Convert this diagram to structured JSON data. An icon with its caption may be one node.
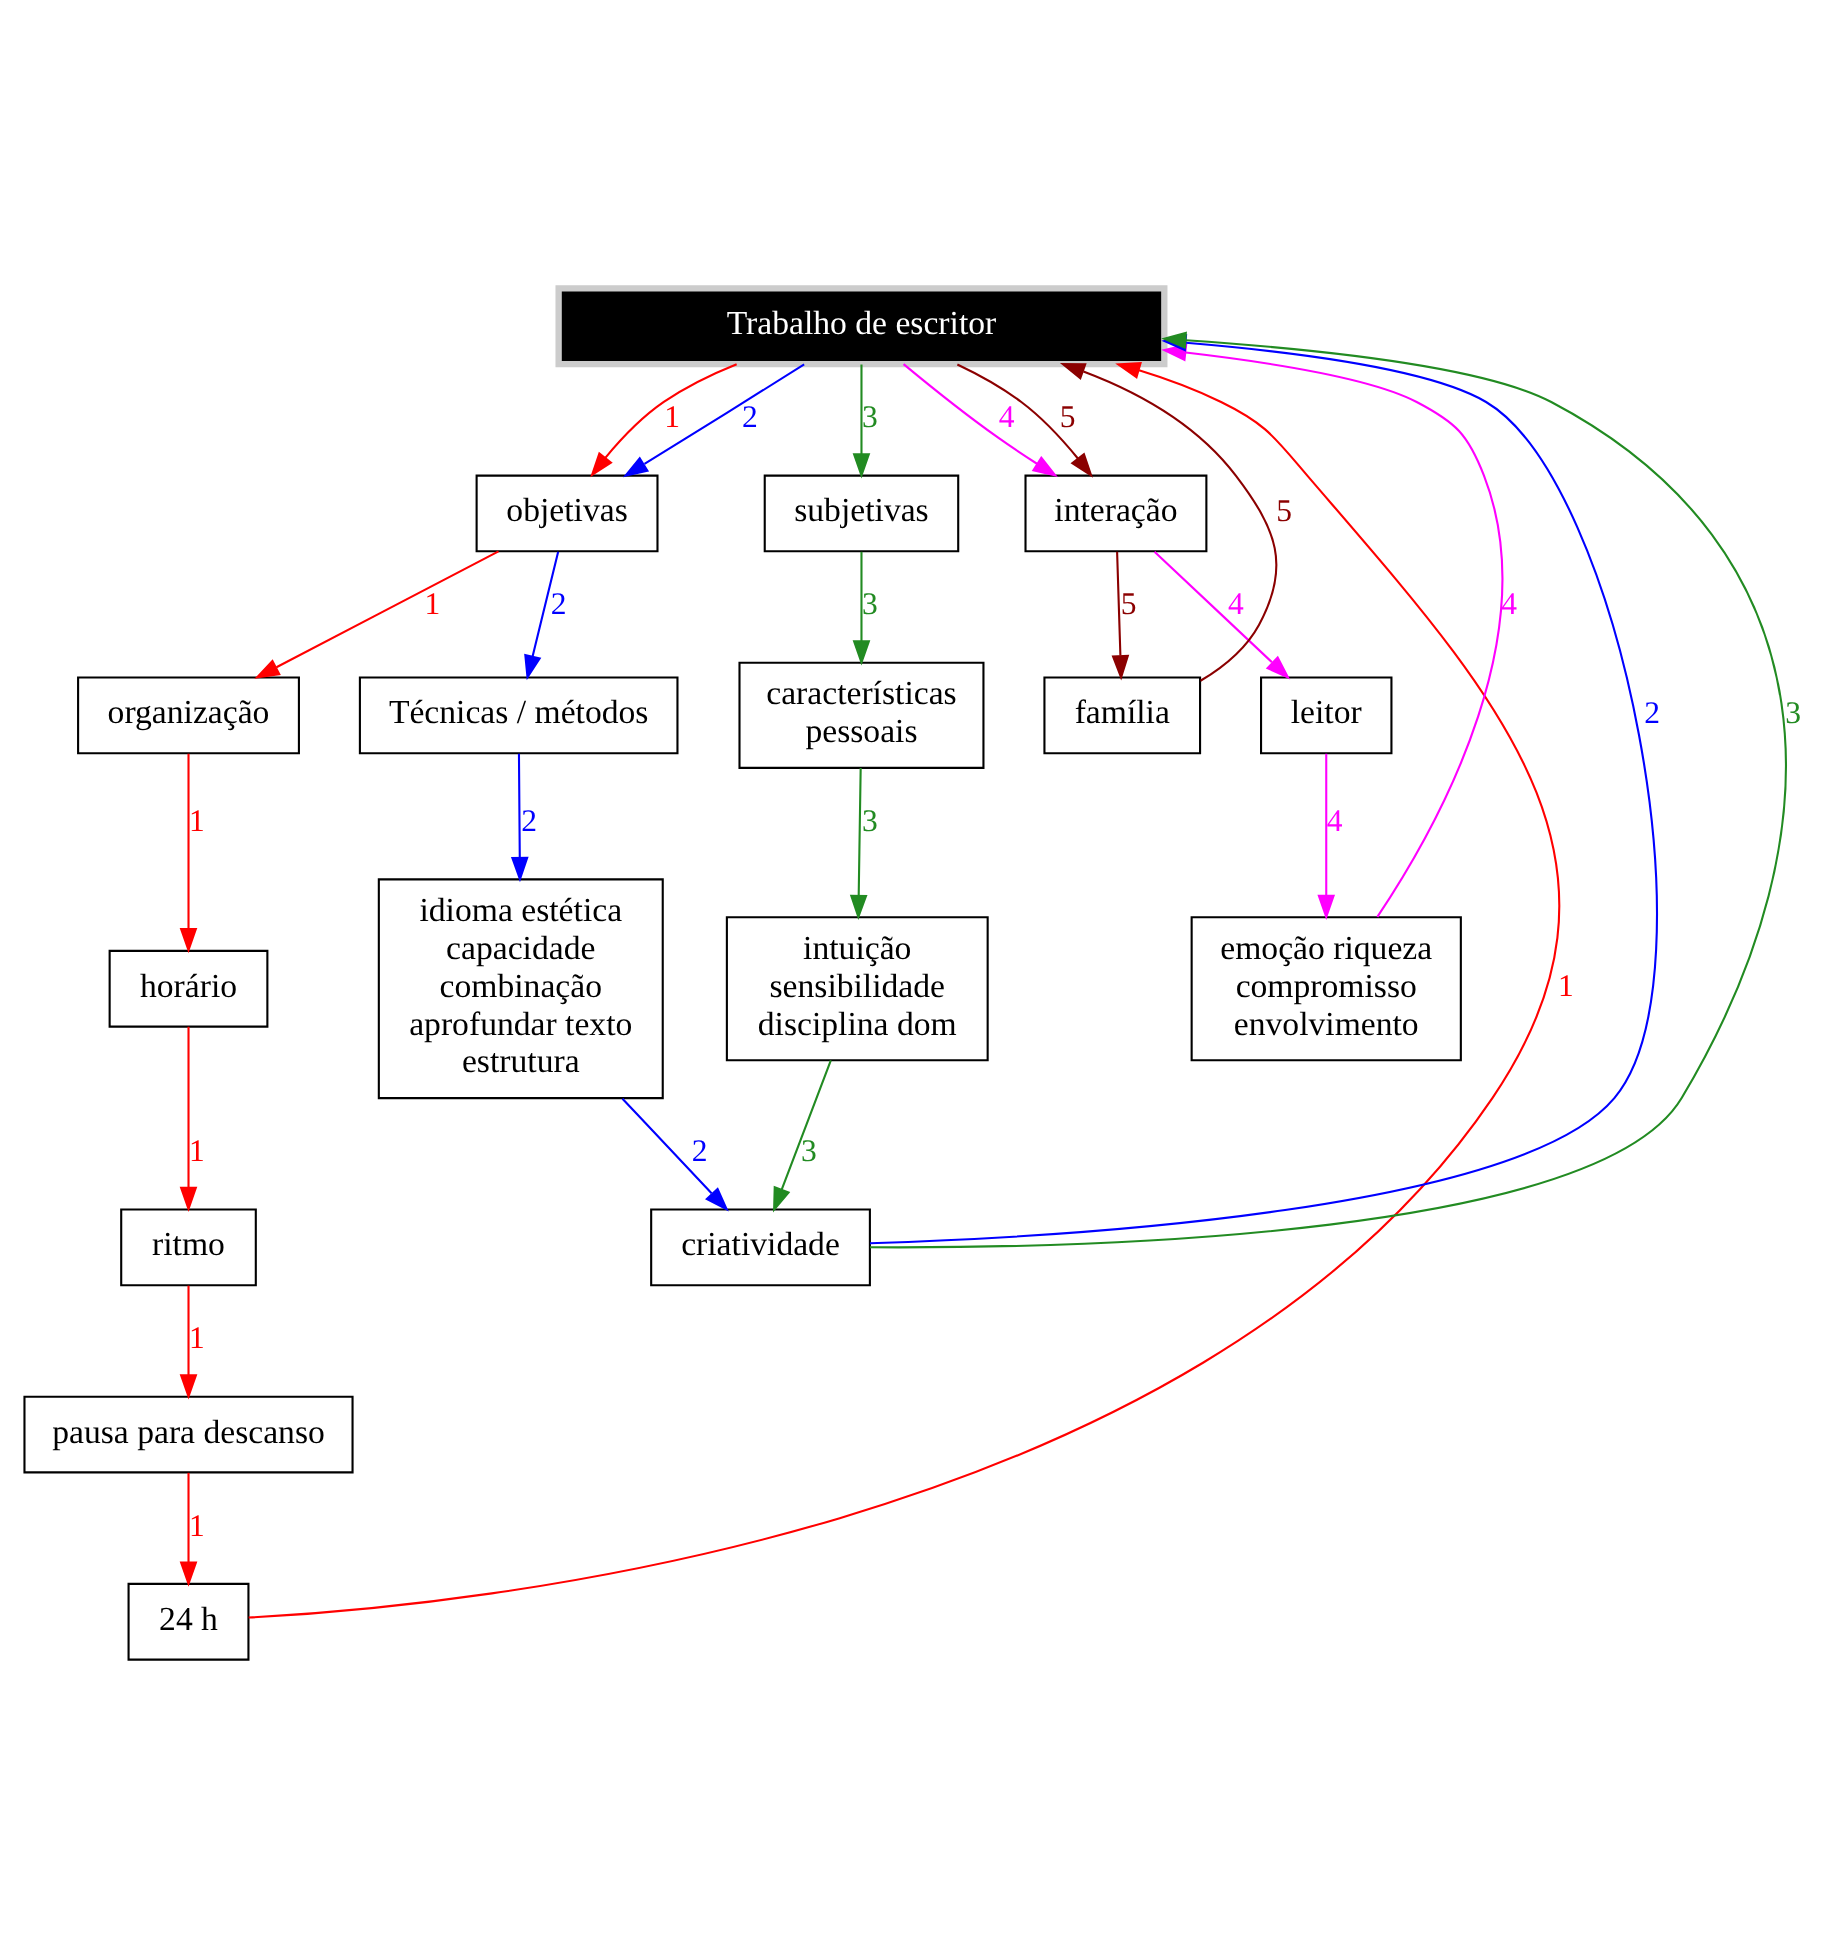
{
  "diagram": {
    "nodes": [
      {
        "text": [
          "Trabalho de escritor"
        ]
      },
      {
        "text": [
          "objetivas"
        ]
      },
      {
        "text": [
          "subjetivas"
        ]
      },
      {
        "text": [
          "interação"
        ]
      },
      {
        "text": [
          "organização"
        ]
      },
      {
        "text": [
          "características pessoais"
        ]
      },
      {
        "text": [
          "família"
        ]
      },
      {
        "text": [
          "24 h"
        ]
      },
      {
        "text": [
          "horário"
        ]
      },
      {
        "text": [
          "intuição sensibilidade disciplina dom"
        ]
      },
      {
        "text": [
          "leitor"
        ]
      },
      {
        "text": [
          "pausa para descanso"
        ]
      },
      {
        "text": [
          "ritmo"
        ]
      },
      {
        "text": [
          "emoção riqueza compromisso envolvimento"
        ]
      },
      {
        "text": [
          "Técnicas / métodos"
        ]
      },
      {
        "text": [
          "idioma estética capacidade combinação aprofundar texto estrutura"
        ]
      },
      {
        "text": [
          "criatividade"
        ]
      }
    ],
    "edges": [
      {
        "from": 0,
        "to": 1,
        "arrow": "to",
        "label": "1",
        "color": "#ff0000"
      },
      {
        "from": 0,
        "to": 1,
        "arrow": "to",
        "label": "2",
        "color": "#0000ff"
      },
      {
        "from": 0,
        "to": 2,
        "arrow": "to",
        "label": "3",
        "color": "#228b22"
      },
      {
        "from": 0,
        "to": 3,
        "arrow": "to",
        "label": "4",
        "color": "#ff00ff"
      },
      {
        "from": 0,
        "to": 3,
        "arrow": "to",
        "label": "5",
        "color": "#8b0000"
      },
      {
        "from": 1,
        "to": 4,
        "arrow": "to",
        "label": "1",
        "color": "#ff0000"
      },
      {
        "from": 1,
        "to": 14,
        "arrow": "to",
        "label": "2",
        "color": "#0000ff"
      },
      {
        "from": 2,
        "to": 5,
        "arrow": "to",
        "label": "3",
        "color": "#228b22"
      },
      {
        "from": 3,
        "to": 6,
        "arrow": "to",
        "label": "5",
        "color": "#8b0000"
      },
      {
        "from": 6,
        "to": 0,
        "arrow": "to",
        "label": "5",
        "color": "#8b0000"
      },
      {
        "from": 3,
        "to": 10,
        "arrow": "to",
        "label": "4",
        "color": "#ff00ff"
      },
      {
        "from": 4,
        "to": 8,
        "arrow": "to",
        "label": "1",
        "color": "#ff0000"
      },
      {
        "from": 5,
        "to": 9,
        "arrow": "to",
        "label": "3",
        "color": "#228b22"
      },
      {
        "from": 8,
        "to": 12,
        "arrow": "to",
        "label": "1",
        "color": "#ff0000"
      },
      {
        "from": 12,
        "to": 11,
        "arrow": "to",
        "label": "1",
        "color": "#ff0000"
      },
      {
        "from": 11,
        "to": 7,
        "arrow": "to",
        "label": "1",
        "color": "#ff0000"
      },
      {
        "from": 7,
        "to": 0,
        "arrow": "to",
        "label": "1",
        "color": "#ff0000"
      },
      {
        "from": 10,
        "to": 13,
        "arrow": "to",
        "label": "4",
        "color": "#ff00ff"
      },
      {
        "from": 13,
        "to": 0,
        "arrow": "to",
        "label": "4",
        "color": "#ff00ff"
      },
      {
        "from": 14,
        "to": 15,
        "arrow": "to",
        "label": "2",
        "color": "#0000ff"
      },
      {
        "from": 9,
        "to": 16,
        "arrow": "to",
        "label": "3",
        "color": "#228b22"
      },
      {
        "from": 15,
        "to": 16,
        "arrow": "to",
        "label": "2",
        "color": "#0000ff"
      },
      {
        "from": 16,
        "to": 0,
        "arrow": "to",
        "label": "2",
        "color": "#0000ff"
      },
      {
        "from": 16,
        "to": 0,
        "arrow": "to",
        "label": "3",
        "color": "#228b22"
      }
    ]
  }
}
